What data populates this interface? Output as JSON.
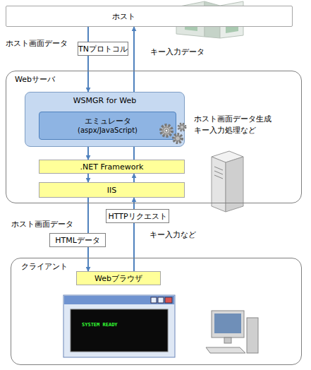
{
  "diagram": {
    "nodes": [
      {
        "text": [
          "ホスト"
        ]
      },
      {
        "text": [
          "TNプロトコル"
        ]
      },
      {
        "text": [
          "Webサーバ"
        ]
      },
      {
        "text": [
          "WSMGR for Web"
        ],
        "in": 2
      },
      {
        "text": [
          "エミュレータ",
          "(aspx/JavaScript)"
        ],
        "in": 3
      },
      {
        "text": [
          ".NET Framework"
        ],
        "in": 2
      },
      {
        "text": [
          "IIS"
        ],
        "in": 2
      },
      {
        "text": [
          "HTTPリクエスト"
        ]
      },
      {
        "text": [
          "HTMLデータ"
        ]
      },
      {
        "text": [
          "クライアント"
        ]
      },
      {
        "text": [
          "Webブラウザ"
        ],
        "in": 9
      }
    ],
    "edges": [
      {
        "from": 0,
        "to": 3,
        "arrow": "to"
      },
      {
        "from": 3,
        "to": 0,
        "arrow": "to"
      },
      {
        "from": 4,
        "to": 5,
        "arrow": "to"
      },
      {
        "from": 5,
        "to": 6,
        "arrow": "to"
      },
      {
        "from": 6,
        "to": 10,
        "arrow": "to"
      },
      {
        "from": 10,
        "to": 6,
        "arrow": "to"
      },
      {
        "from": 6,
        "to": 5,
        "arrow": "to"
      },
      {
        "from": 5,
        "to": 4,
        "arrow": "to"
      }
    ],
    "labels": [
      "ホスト画面データ",
      "キー入力データ",
      "ホスト画面データ生成",
      "キー入力処理など",
      "ホスト画面データ",
      "キー入力など",
      "SYSTEM READY"
    ]
  }
}
